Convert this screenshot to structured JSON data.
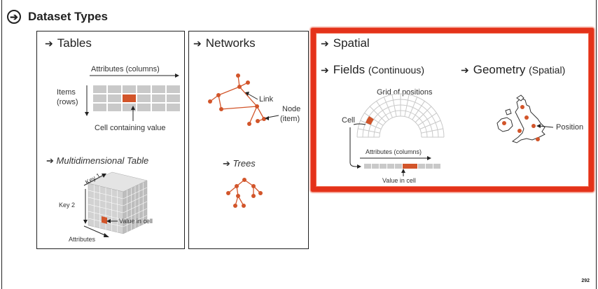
{
  "title": "Dataset Types",
  "title_icon": "circle-arrow-icon",
  "accent_color": "#d2552a",
  "highlight_color": "#e4321a",
  "grid_color": "#c9c9c9",
  "panels": {
    "tables": {
      "header": "Tables",
      "attributes_label": "Attributes (columns)",
      "items_label_1": "Items",
      "items_label_2": "(rows)",
      "cell_label": "Cell containing value",
      "multi_header": "Multidimensional Table",
      "key1": "Key 1",
      "key2": "Key 2",
      "value_label": "Value in cell",
      "attributes": "Attributes"
    },
    "networks": {
      "header": "Networks",
      "link_label": "Link",
      "node_label_1": "Node",
      "node_label_2": "(item)",
      "trees_header": "Trees"
    },
    "spatial": {
      "header": "Spatial",
      "fields_header": "Fields",
      "fields_sub": "(Continuous)",
      "grid_label": "Grid of positions",
      "cell_label": "Cell",
      "attributes_label": "Attributes (columns)",
      "value_label": "Value in cell",
      "geometry_header": "Geometry",
      "geometry_sub": "(Spatial)",
      "position_label": "Position"
    }
  },
  "page_number": "292"
}
